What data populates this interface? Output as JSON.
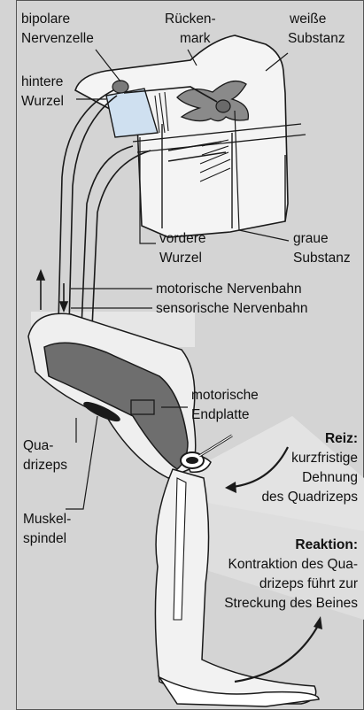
{
  "labels": {
    "bipolar_cell": [
      "bipolare",
      "Nervenzelle"
    ],
    "spinal_cord": [
      "Rücken-",
      "mark"
    ],
    "white_matter": [
      "weiße",
      "Substanz"
    ],
    "dorsal_root": [
      "hintere",
      "Wurzel"
    ],
    "ventral_root": [
      "vordere",
      "Wurzel"
    ],
    "grey_matter": [
      "graue",
      "Substanz"
    ],
    "motor_path": "motorische Nervenbahn",
    "sensory_path": "sensorische Nervenbahn",
    "end_plate": [
      "motorische",
      "Endplatte"
    ],
    "quadriceps": [
      "Qua-",
      "drizeps"
    ],
    "muscle_spindle": [
      "Muskel-",
      "spindel"
    ]
  },
  "stimulus": {
    "title": "Reiz:",
    "lines": [
      "kurzfristige",
      "Dehnung",
      "des Quadrizeps"
    ]
  },
  "reaction": {
    "title": "Reaktion:",
    "lines": [
      "Kontraktion des Qua-",
      "drizeps führt zur",
      "Streckung des Beines"
    ]
  },
  "colors": {
    "background": "#d4d4d4",
    "spinal_fill": "#f4f4f4",
    "grey_matter": "#8a8a8a",
    "muscle": "#6e6e6e",
    "root_highlight": "#cfe0f0",
    "outline": "#1a1a1a"
  }
}
